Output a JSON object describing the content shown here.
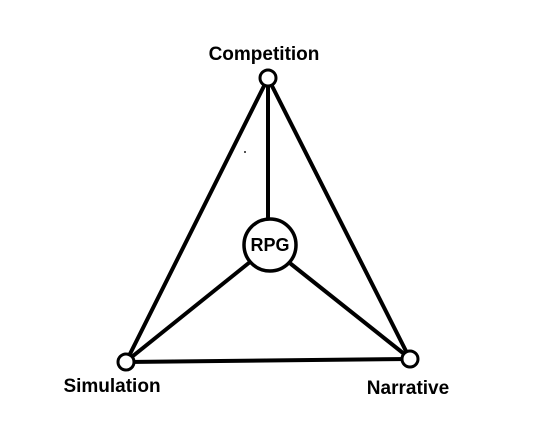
{
  "diagram": {
    "center": {
      "label": "RPG"
    },
    "vertices": {
      "top": {
        "label": "Competition"
      },
      "bottom_left": {
        "label": "Simulation"
      },
      "bottom_right": {
        "label": "Narrative"
      }
    }
  },
  "colors": {
    "line": "#000000",
    "background": "#ffffff"
  }
}
